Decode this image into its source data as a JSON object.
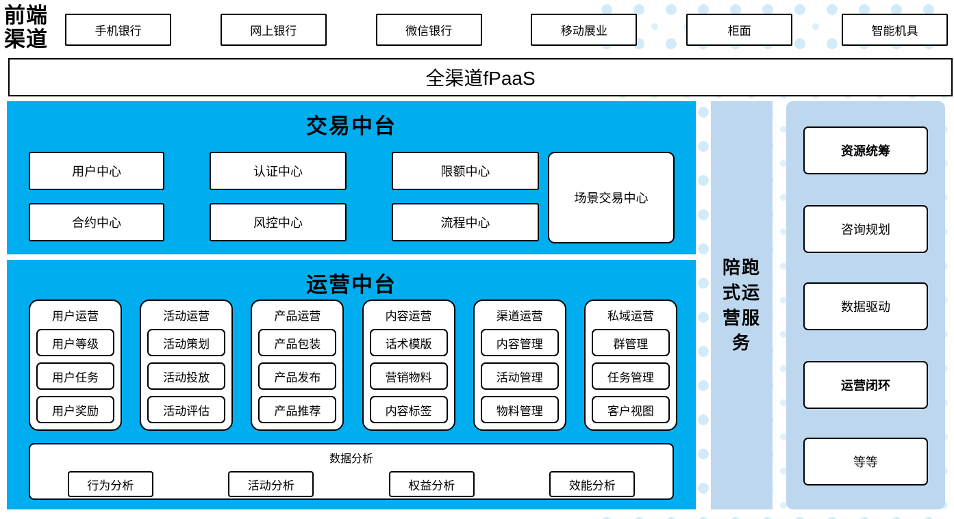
{
  "colors": {
    "platform_blue": "#00AEEF",
    "panel_light_blue": "#BDD7EE",
    "dot_pattern_blue": "#D6EDF9",
    "box_border": "#000000",
    "box_fill": "#FFFFFF"
  },
  "front": {
    "label": "前端渠道",
    "channels": [
      "手机银行",
      "网上银行",
      "微信银行",
      "移动展业",
      "柜面",
      "智能机具"
    ]
  },
  "fpaas": {
    "label": "全渠道fPaaS"
  },
  "trade": {
    "title": "交易中台",
    "rows": [
      [
        "用户中心",
        "认证中心",
        "限额中心"
      ],
      [
        "合约中心",
        "风控中心",
        "流程中心"
      ]
    ],
    "scene": "场景交易中心"
  },
  "ops": {
    "title": "运营中台",
    "columns": [
      {
        "title": "用户运营",
        "items": [
          "用户等级",
          "用户任务",
          "用户奖励"
        ]
      },
      {
        "title": "活动运营",
        "items": [
          "活动策划",
          "活动投放",
          "活动评估"
        ]
      },
      {
        "title": "产品运营",
        "items": [
          "产品包装",
          "产品发布",
          "产品推荐"
        ]
      },
      {
        "title": "内容运营",
        "items": [
          "话术模版",
          "营销物料",
          "内容标签"
        ]
      },
      {
        "title": "渠道运营",
        "items": [
          "内容管理",
          "活动管理",
          "物料管理"
        ]
      },
      {
        "title": "私域运营",
        "items": [
          "群管理",
          "任务管理",
          "客户视图"
        ]
      }
    ],
    "analysis": {
      "title": "数据分析",
      "items": [
        "行为分析",
        "活动分析",
        "权益分析",
        "效能分析"
      ]
    }
  },
  "service_bar": {
    "label": "陪跑式运营服务"
  },
  "right_panel": {
    "items": [
      "资源统筹",
      "咨询规划",
      "数据驱动",
      "运营闭环",
      "等等"
    ]
  }
}
